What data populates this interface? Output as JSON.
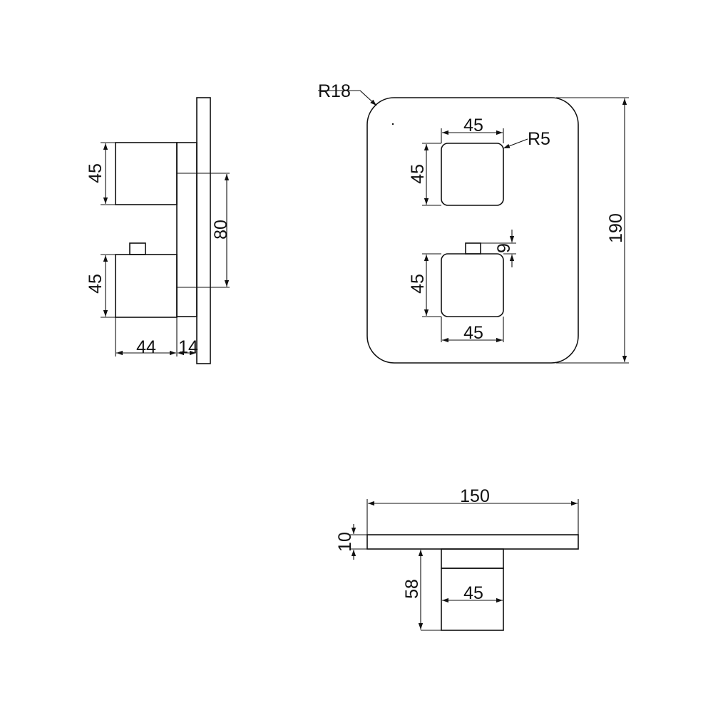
{
  "side_view": {
    "upper_handle_height": "45",
    "lower_handle_height": "45",
    "handle_spacing": "80",
    "handle_depth": "44",
    "body_depth": "14"
  },
  "front_view": {
    "corner_radius": "R18",
    "handle_corner_radius": "R5",
    "upper_handle_width": "45",
    "upper_handle_height": "45",
    "lower_handle_height": "45",
    "lower_handle_width": "45",
    "indicator_height": "9",
    "plate_height": "190"
  },
  "top_view": {
    "plate_width": "150",
    "plate_thickness": "10",
    "handle_projection": "58",
    "handle_width": "45"
  }
}
